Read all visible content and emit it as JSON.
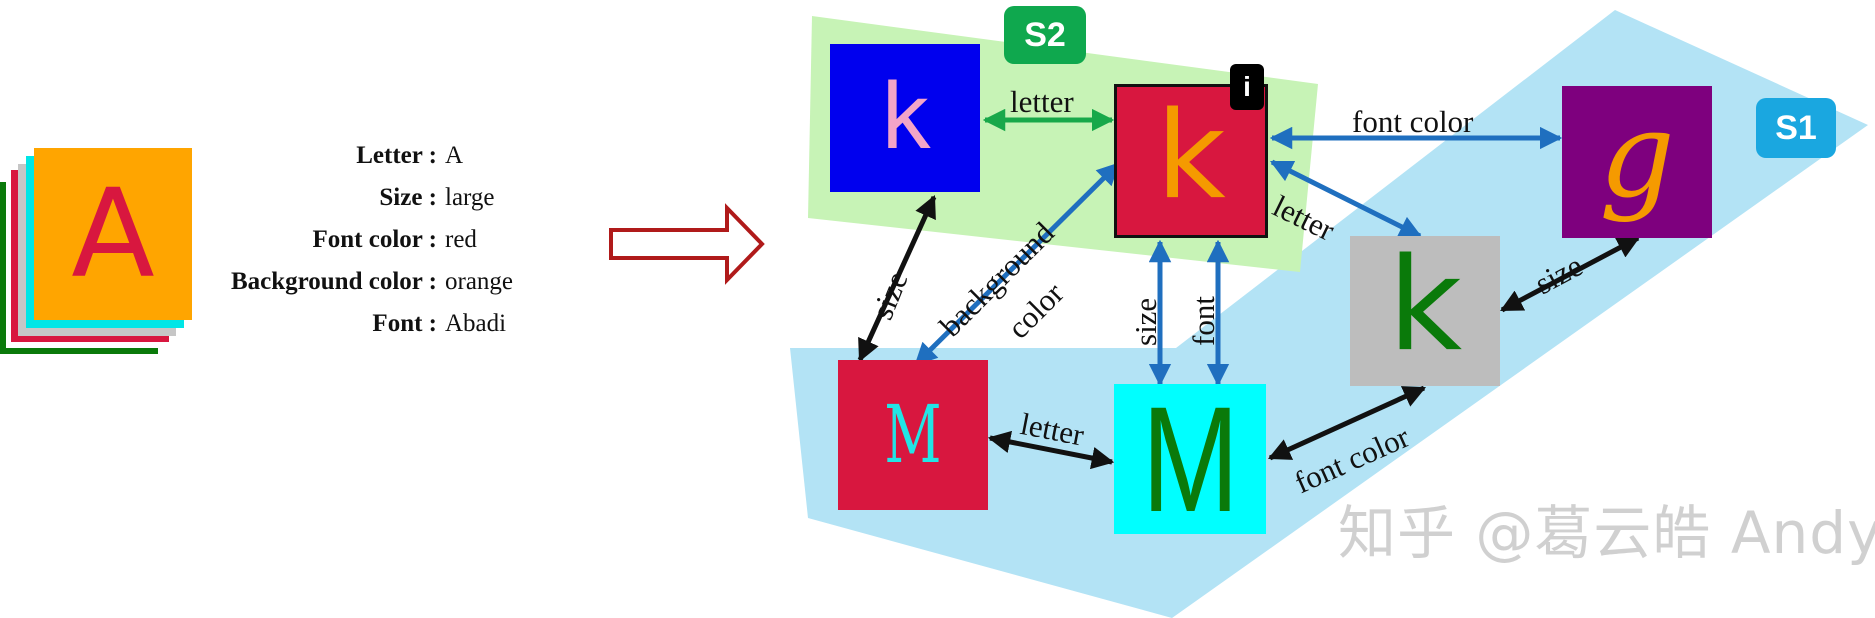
{
  "colors": {
    "s1_region": "#b3e3f5",
    "s2_region": "#c7f3b6",
    "s1_badge": "#1aa7e0",
    "s2_badge": "#0fa84e",
    "blue_edge": "#1f6fbf",
    "green_edge": "#18a84a",
    "black_edge": "#111111",
    "transform_arrow": "#b01a1a"
  },
  "sample": {
    "letter_glyph": "A",
    "icon_name": "stacked-letter-cards"
  },
  "attributes": [
    {
      "key": "Letter :",
      "value": "A"
    },
    {
      "key": "Size :",
      "value": "large"
    },
    {
      "key": "Font color :",
      "value": "red"
    },
    {
      "key": "Background color :",
      "value": "orange"
    },
    {
      "key": "Font :",
      "value": "Abadi"
    }
  ],
  "regions": {
    "s1_label": "S1",
    "s2_label": "S2",
    "instance_label": "i"
  },
  "nodes": {
    "center": {
      "glyph": "k",
      "bg": "#d8173f",
      "fg": "#f59a00"
    },
    "top_left": {
      "glyph": "k",
      "bg": "#0000ee",
      "fg": "#f2a5c8"
    },
    "purple": {
      "glyph": "g",
      "bg": "#7e007e",
      "fg": "#f59a00"
    },
    "gray": {
      "glyph": "k",
      "bg": "#bdbdbd",
      "fg": "#0a7a0a"
    },
    "red_m": {
      "glyph": "M",
      "bg": "#d8173f",
      "fg": "#22e5e5"
    },
    "cyan_m": {
      "glyph": "M",
      "bg": "#00ffff",
      "fg": "#0a7a0a"
    }
  },
  "edges": {
    "letter_top": "letter",
    "font_color_top": "font color",
    "letter_diag": "letter",
    "size_right": "size",
    "size_left": "size",
    "background": "background",
    "color": "color",
    "size_mid": "size",
    "font_mid": "font",
    "letter_bottom": "letter",
    "font_color_bottom": "font color"
  },
  "watermark": "知乎 @葛云皓 Andy"
}
